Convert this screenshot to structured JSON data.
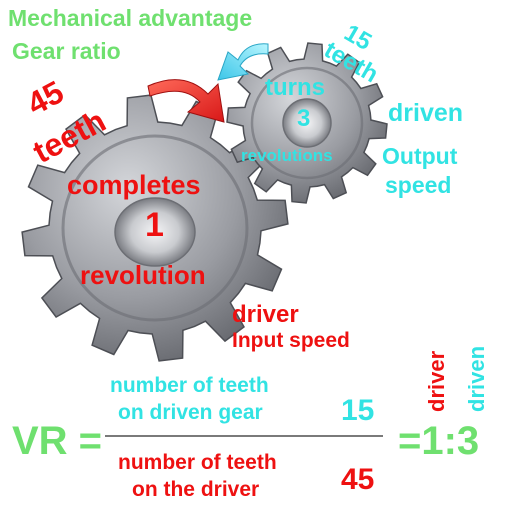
{
  "header": {
    "line1": "Mechanical advantage",
    "line2": "Gear ratio"
  },
  "driver_gear": {
    "teeth_count": "45",
    "teeth_word": "teeth",
    "action": "completes",
    "turns_value": "1",
    "unit": "revolution",
    "role": "driver",
    "speed_label": "Input speed"
  },
  "driven_gear": {
    "teeth_count": "15",
    "teeth_word": "teeth",
    "action": "turns",
    "turns_value": "3",
    "unit": "revolutions",
    "role": "driven",
    "speed_label_line1": "Output",
    "speed_label_line2": "speed"
  },
  "formula": {
    "lhs": "VR =",
    "numerator_line1": "number of teeth",
    "numerator_line2": "on driven gear",
    "numerator_value": "15",
    "denominator_line1": "number of teeth",
    "denominator_line2": "on the driver",
    "denominator_value": "45",
    "rhs": "=1:3",
    "rotated_driver": "driver",
    "rotated_driven": "driven"
  },
  "colors": {
    "green": "#6fe06f",
    "cyan": "#31e3e3",
    "red": "#ee1111",
    "gear": "#8e9096"
  }
}
